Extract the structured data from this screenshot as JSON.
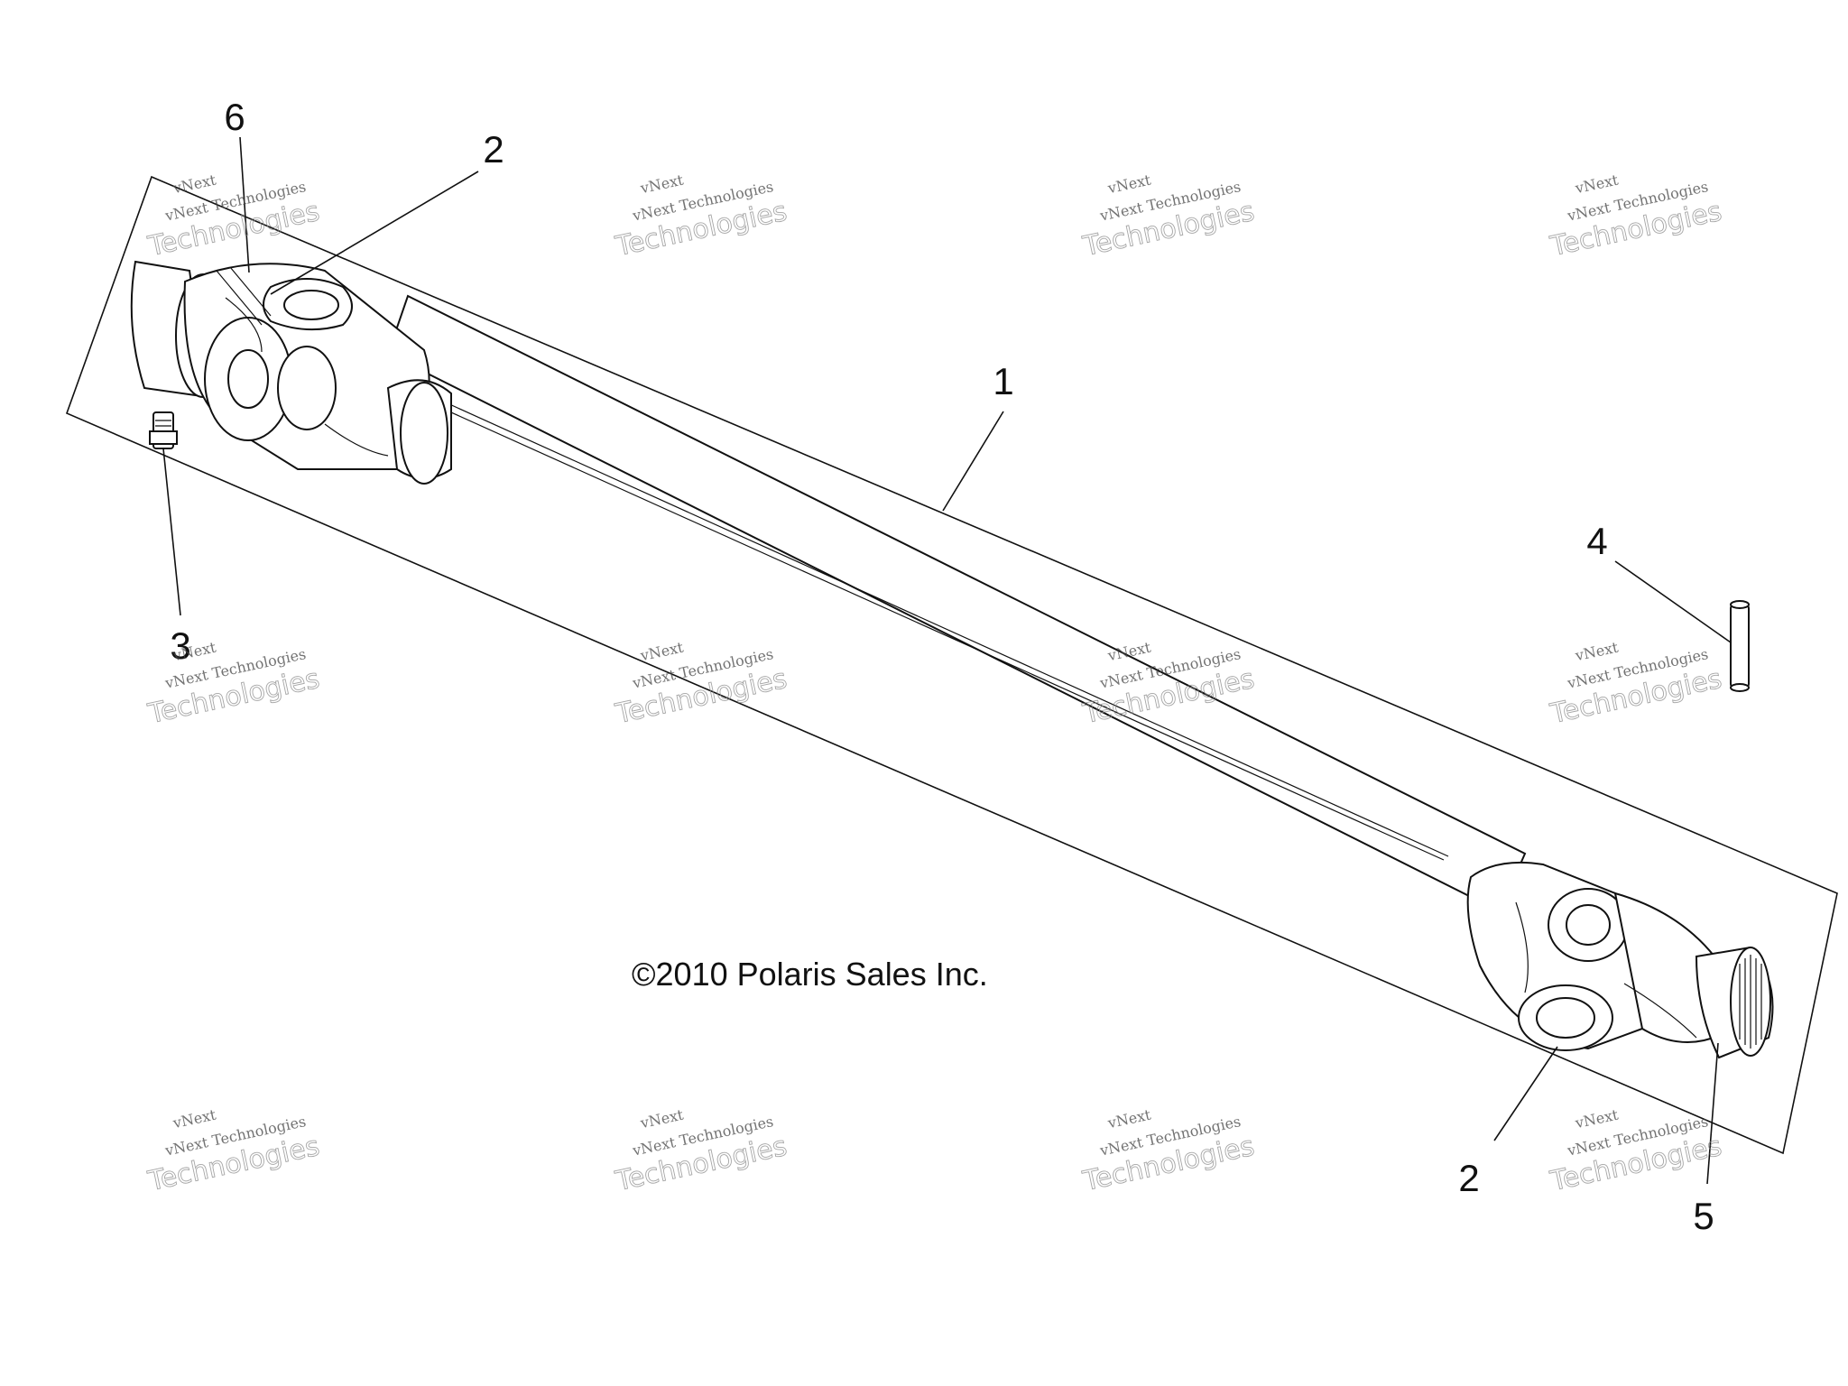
{
  "diagram": {
    "copyright": "©2010 Polaris Sales Inc.",
    "callouts": {
      "c1": "1",
      "c2_top": "2",
      "c2_bottom": "2",
      "c3": "3",
      "c4": "4",
      "c5": "5",
      "c6": "6"
    },
    "watermark": {
      "line1": "vNext",
      "line2": "vNext Technologies",
      "line3": "Technologies"
    }
  }
}
